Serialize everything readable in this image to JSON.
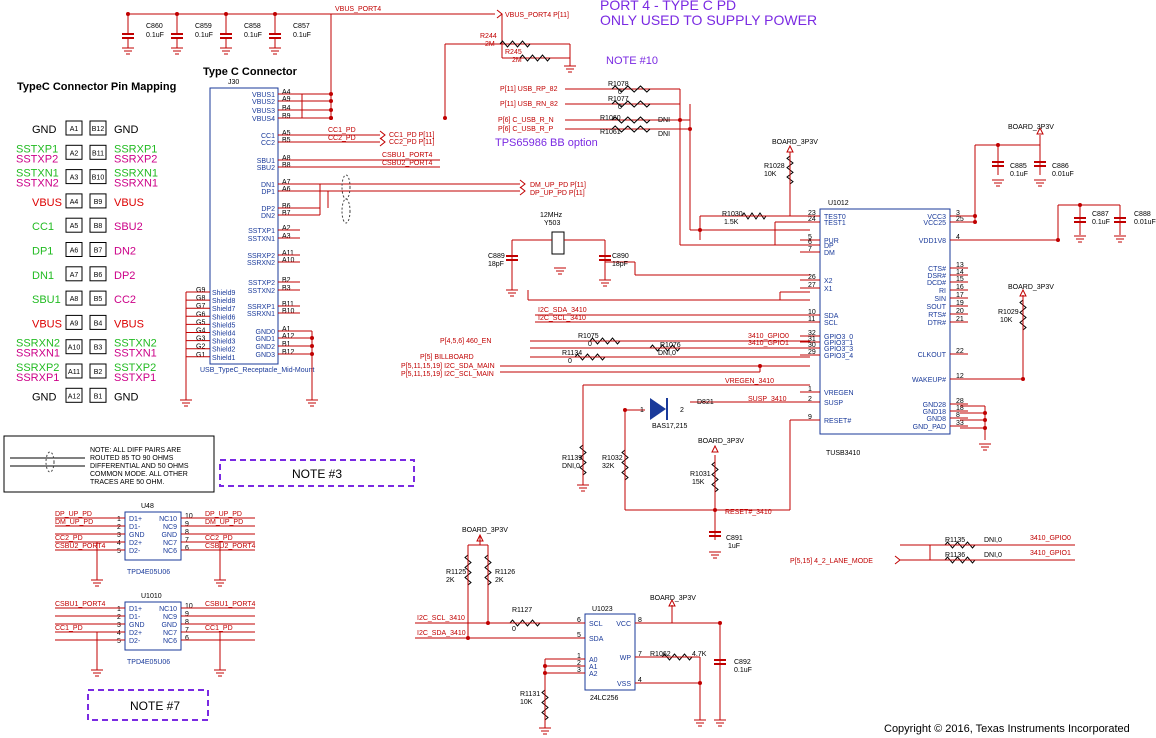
{
  "title": {
    "line1": "PORT 4 - TYPE C PD",
    "line2": "ONLY USED TO SUPPLY POWER"
  },
  "pin_mapping": {
    "heading": "TypeC Connector Pin Mapping",
    "rows": [
      {
        "l": "GND",
        "a": "A1",
        "b": "B12",
        "r": "GND",
        "lc": "#000000",
        "rc": "#000000"
      },
      {
        "l": "SSTXP1",
        "l2": "SSTXP2",
        "a": "A2",
        "b": "B11",
        "r": "SSRXP1",
        "r2": "SSRXP2",
        "lc": "#22bb22",
        "rc": "#22bb22"
      },
      {
        "l": "SSTXN1",
        "l2": "SSTXN2",
        "a": "A3",
        "b": "B10",
        "r": "SSRXN1",
        "r2": "SSRXN1",
        "lc": "#22bb22",
        "rc": "#22bb22"
      },
      {
        "l": "VBUS",
        "a": "A4",
        "b": "B9",
        "r": "VBUS",
        "lc": "#dd0000",
        "rc": "#dd0000"
      },
      {
        "l": "CC1",
        "a": "A5",
        "b": "B8",
        "r": "SBU2",
        "lc": "#22bb22",
        "rc": "#cc0088"
      },
      {
        "l": "DP1",
        "a": "A6",
        "b": "B7",
        "r": "DN2",
        "lc": "#22bb22",
        "rc": "#cc0088"
      },
      {
        "l": "DN1",
        "a": "A7",
        "b": "B6",
        "r": "DP2",
        "lc": "#22bb22",
        "rc": "#cc0088"
      },
      {
        "l": "SBU1",
        "a": "A8",
        "b": "B5",
        "r": "CC2",
        "lc": "#22bb22",
        "rc": "#cc0088"
      },
      {
        "l": "VBUS",
        "a": "A9",
        "b": "B4",
        "r": "VBUS",
        "lc": "#dd0000",
        "rc": "#dd0000"
      },
      {
        "l": "SSRXN2",
        "l2": "SSRXN1",
        "a": "A10",
        "b": "B3",
        "r": "SSTXN2",
        "r2": "SSTXN1",
        "lc": "#22bb22",
        "rc": "#22bb22"
      },
      {
        "l": "SSRXP2",
        "l2": "SSRXP1",
        "a": "A11",
        "b": "B2",
        "r": "SSTXP2",
        "r2": "SSTXP1",
        "lc": "#22bb22",
        "rc": "#22bb22"
      },
      {
        "l": "GND",
        "a": "A12",
        "b": "B1",
        "r": "GND",
        "lc": "#000000",
        "rc": "#000000"
      }
    ]
  },
  "connector": {
    "title": "Type C Connector",
    "ref": "J30",
    "part": "USB_TypeC_Receptacle_Mid-Mount",
    "pins": [
      "VBUS1",
      "VBUS2",
      "VBUS3",
      "VBUS4",
      "CC1",
      "CC2",
      "SBU1",
      "SBU2",
      "DN1",
      "DP1",
      "DP2",
      "DN2",
      "SSTXP1",
      "SSTXN1",
      "SSRXP2",
      "SSRXN2",
      "SSTXP2",
      "SSTXN2",
      "SSRXP1",
      "SSRXN1",
      "GND0",
      "GND1",
      "GND2",
      "GND3"
    ],
    "pin_numbers": [
      "A4",
      "A9",
      "B4",
      "B9",
      "A5",
      "B5",
      "A8",
      "B8",
      "A7",
      "A6",
      "B6",
      "B7",
      "A2",
      "A3",
      "A11",
      "A10",
      "B2",
      "B3",
      "B11",
      "B10",
      "A1",
      "A12",
      "B1",
      "B12"
    ],
    "shields": [
      "Shield9",
      "Shield8",
      "Shield7",
      "Shield6",
      "Shield5",
      "Shield4",
      "Shield3",
      "Shield2",
      "Shield1"
    ],
    "shield_pins": [
      "G9",
      "G8",
      "G7",
      "G6",
      "G5",
      "G4",
      "G3",
      "G2",
      "G1"
    ]
  },
  "caps_top": [
    {
      "ref": "C860",
      "val": "0.1uF"
    },
    {
      "ref": "C859",
      "val": "0.1uF"
    },
    {
      "ref": "C858",
      "val": "0.1uF"
    },
    {
      "ref": "C857",
      "val": "0.1uF"
    }
  ],
  "nets": {
    "vbus_port4": "VBUS_PORT4",
    "vbus_port4_off": "VBUS_PORT4  P[11]",
    "cc1_pd": "CC1_PD",
    "cc2_pd": "CC2_PD",
    "cc1_pd_off": "CC1_PD  P[11]",
    "cc2_pd_off": "CC2_PD  P[11]",
    "csbu1": "CSBU1_PORT4",
    "csbu2": "CSBU2_PORT4",
    "dm_up": "DM_UP_PD  P[11]",
    "dp_up": "DP_UP_PD  P[11]",
    "usb_rp": "P[11]  USB_RP_82",
    "usb_rn": "P[11]  USB_RN_82",
    "c_usb_rn": "P[6]  C_USB_R_N",
    "c_usb_rp": "P[6]  C_USB_R_P",
    "i2c_sda_3410": "I2C_SDA_3410",
    "i2c_scl_3410": "I2C_SCL_3410",
    "en_460": "P[4,5,6]  460_EN",
    "gpio0": "3410_GPIO0",
    "gpio1": "3410_GPIO1",
    "billboard": "P[5]  BILLBOARD",
    "sda_main": "P[5,11,15,19]  I2C_SDA_MAIN",
    "scl_main": "P[5,11,15,19]  I2C_SCL_MAIN",
    "vregen": "VREGEN_3410",
    "susp": "SUSP_3410",
    "reset": "RESET#_3410",
    "lane_mode": "P[5,15]  4_2_LANE_MODE",
    "board_3p3v": "BOARD_3P3V"
  },
  "resistors": {
    "r244": {
      "ref": "R244",
      "val": "2M"
    },
    "r245": {
      "ref": "R245",
      "val": "2M"
    },
    "r1078": {
      "ref": "R1078",
      "val": "0"
    },
    "r1077": {
      "ref": "R1077",
      "val": "0"
    },
    "r1060": {
      "ref": "R1060",
      "val": "DNI"
    },
    "r1061": {
      "ref": "R1061",
      "val": "DNI"
    },
    "r1028": {
      "ref": "R1028",
      "val": "10K"
    },
    "r1030": {
      "ref": "R1030",
      "val": "1.5K"
    },
    "r1029": {
      "ref": "R1029",
      "val": "10K"
    },
    "r1075": {
      "ref": "R1075",
      "val": "0"
    },
    "r1076": {
      "ref": "R1076",
      "val": "DNI,0"
    },
    "r1134": {
      "ref": "R1134",
      "val": "0"
    },
    "r1139": {
      "ref": "R1139",
      "val": "DNI,0"
    },
    "r1032": {
      "ref": "R1032",
      "val": "32K"
    },
    "r1031": {
      "ref": "R1031",
      "val": "15K"
    },
    "r1135": {
      "ref": "R1135",
      "val": "DNI,0"
    },
    "r1136": {
      "ref": "R1136",
      "val": "DNI,0"
    },
    "r1125": {
      "ref": "R1125",
      "val": "2K"
    },
    "r1126": {
      "ref": "R1126",
      "val": "2K"
    },
    "r1127": {
      "ref": "R1127",
      "val": "0"
    },
    "r1062": {
      "ref": "R1062",
      "val": "4.7K"
    },
    "r1131": {
      "ref": "R1131",
      "val": "10K"
    }
  },
  "caps": {
    "c885": {
      "ref": "C885",
      "val": "0.1uF"
    },
    "c886": {
      "ref": "C886",
      "val": "0.01uF"
    },
    "c887": {
      "ref": "C887",
      "val": "0.1uF"
    },
    "c888": {
      "ref": "C888",
      "val": "0.01uF"
    },
    "c889": {
      "ref": "C889",
      "val": "18pF"
    },
    "c890": {
      "ref": "C890",
      "val": "18pF"
    },
    "c891": {
      "ref": "C891",
      "val": "1uF"
    },
    "c892": {
      "ref": "C892",
      "val": "0.1uF"
    }
  },
  "crystal": {
    "val": "12MHz",
    "ref": "Y503"
  },
  "diode": {
    "ref": "D821",
    "part": "BAS17,215"
  },
  "tusb": {
    "ref": "U1012",
    "part": "TUSB3410",
    "left_pins": [
      {
        "n": "23",
        "s": "TEST0"
      },
      {
        "n": "24",
        "s": "TEST1"
      },
      {
        "n": "5",
        "s": "PUR"
      },
      {
        "n": "6",
        "s": "DP"
      },
      {
        "n": "7",
        "s": "DM"
      },
      {
        "n": "26",
        "s": "X2"
      },
      {
        "n": "27",
        "s": "X1"
      },
      {
        "n": "10",
        "s": "SDA"
      },
      {
        "n": "11",
        "s": "SCL"
      },
      {
        "n": "32",
        "s": "GPIO3_0"
      },
      {
        "n": "31",
        "s": "GPIO3_1"
      },
      {
        "n": "30",
        "s": "GPIO3_3"
      },
      {
        "n": "29",
        "s": "GPIO3_4"
      },
      {
        "n": "1",
        "s": "VREGEN"
      },
      {
        "n": "2",
        "s": "SUSP"
      },
      {
        "n": "9",
        "s": "RESET#"
      }
    ],
    "right_pins": [
      {
        "n": "3",
        "s": "VCC3"
      },
      {
        "n": "25",
        "s": "VCC25"
      },
      {
        "n": "4",
        "s": "VDD1V8"
      },
      {
        "n": "13",
        "s": "CTS#"
      },
      {
        "n": "14",
        "s": "DSR#"
      },
      {
        "n": "15",
        "s": "DCD#"
      },
      {
        "n": "16",
        "s": "RI"
      },
      {
        "n": "17",
        "s": "SIN"
      },
      {
        "n": "19",
        "s": "SOUT"
      },
      {
        "n": "20",
        "s": "RTS#"
      },
      {
        "n": "21",
        "s": "DTR#"
      },
      {
        "n": "22",
        "s": "CLKOUT"
      },
      {
        "n": "12",
        "s": "WAKEUP#"
      },
      {
        "n": "28",
        "s": "GND28"
      },
      {
        "n": "18",
        "s": "GND18"
      },
      {
        "n": "8",
        "s": "GND8"
      },
      {
        "n": "33",
        "s": "GND_PAD"
      }
    ]
  },
  "u48": {
    "ref": "U48",
    "part": "TPD4E05U06",
    "left": [
      "D1+",
      "D1-",
      "GND",
      "D2+",
      "D2-"
    ],
    "right": [
      "NC10",
      "NC9",
      "GND",
      "NC7",
      "NC6"
    ],
    "lnums": [
      "1",
      "2",
      "3",
      "4",
      "5"
    ],
    "rnums": [
      "10",
      "9",
      "8",
      "7",
      "6"
    ],
    "nets_left": [
      "DP_UP_PD",
      "DM_UP_PD",
      "",
      "CC2_PD",
      "CSBU2_PORT4"
    ],
    "nets_right": [
      "DP_UP_PD",
      "DM_UP_PD",
      "",
      "CC2_PD",
      "CSBU2_PORT4"
    ]
  },
  "u1010": {
    "ref": "U1010",
    "part": "TPD4E05U06",
    "left": [
      "D1+",
      "D1-",
      "GND",
      "D2+",
      "D2-"
    ],
    "right": [
      "NC10",
      "NC9",
      "GND",
      "NC7",
      "NC6"
    ],
    "lnums": [
      "1",
      "2",
      "3",
      "4",
      "5"
    ],
    "rnums": [
      "10",
      "9",
      "8",
      "7",
      "6"
    ],
    "nets_left": [
      "CSBU1_PORT4",
      "",
      "",
      "CC1_PD",
      ""
    ],
    "nets_right": [
      "CSBU1_PORT4",
      "",
      "",
      "CC1_PD",
      ""
    ]
  },
  "u1023": {
    "ref": "U1023",
    "part": "24LC256",
    "left": [
      {
        "n": "6",
        "s": "SCL"
      },
      {
        "n": "5",
        "s": "SDA"
      },
      {
        "n": "1",
        "s": "A0"
      },
      {
        "n": "2",
        "s": "A1"
      },
      {
        "n": "3",
        "s": "A2"
      }
    ],
    "right": [
      {
        "n": "8",
        "s": "VCC"
      },
      {
        "n": "7",
        "s": "WP"
      },
      {
        "n": "4",
        "s": "VSS"
      }
    ]
  },
  "notes": {
    "n10": "NOTE #10",
    "n3": "NOTE #3",
    "n7": "NOTE #7",
    "bb_option": "TPS65986 BB option",
    "legend": [
      "NOTE: ALL DIFF PAIRS ARE",
      "ROUTED 85 TO 90 OHMS",
      "DIFFERENTIAL AND 50 OHMS",
      "COMMON MODE. ALL OTHER",
      "TRACES ARE 50 OHM."
    ]
  },
  "copyright": "Copyright © 2016, Texas Instruments Incorporated"
}
